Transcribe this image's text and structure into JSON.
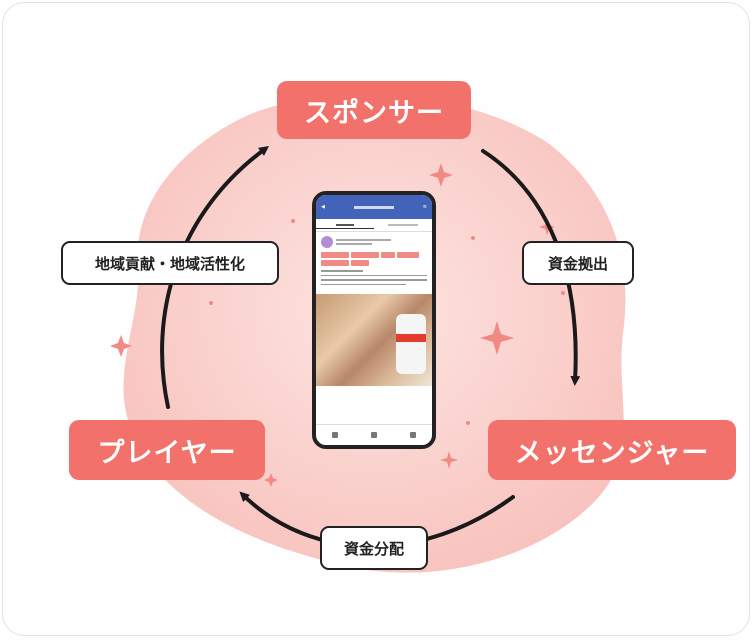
{
  "diagram": {
    "roles": {
      "sponsor": "スポンサー",
      "messenger": "メッセンジャー",
      "player": "プレイヤー"
    },
    "flows": {
      "sponsor_to_messenger": "資金拠出",
      "messenger_to_player": "資金分配",
      "player_to_sponsor": "地域貢献・地域活性化"
    }
  },
  "colors": {
    "role_fill": "#f2726b",
    "blob": "#fbd3d0",
    "arrow": "#1a1a1a",
    "sparkle": "#f28a84"
  }
}
